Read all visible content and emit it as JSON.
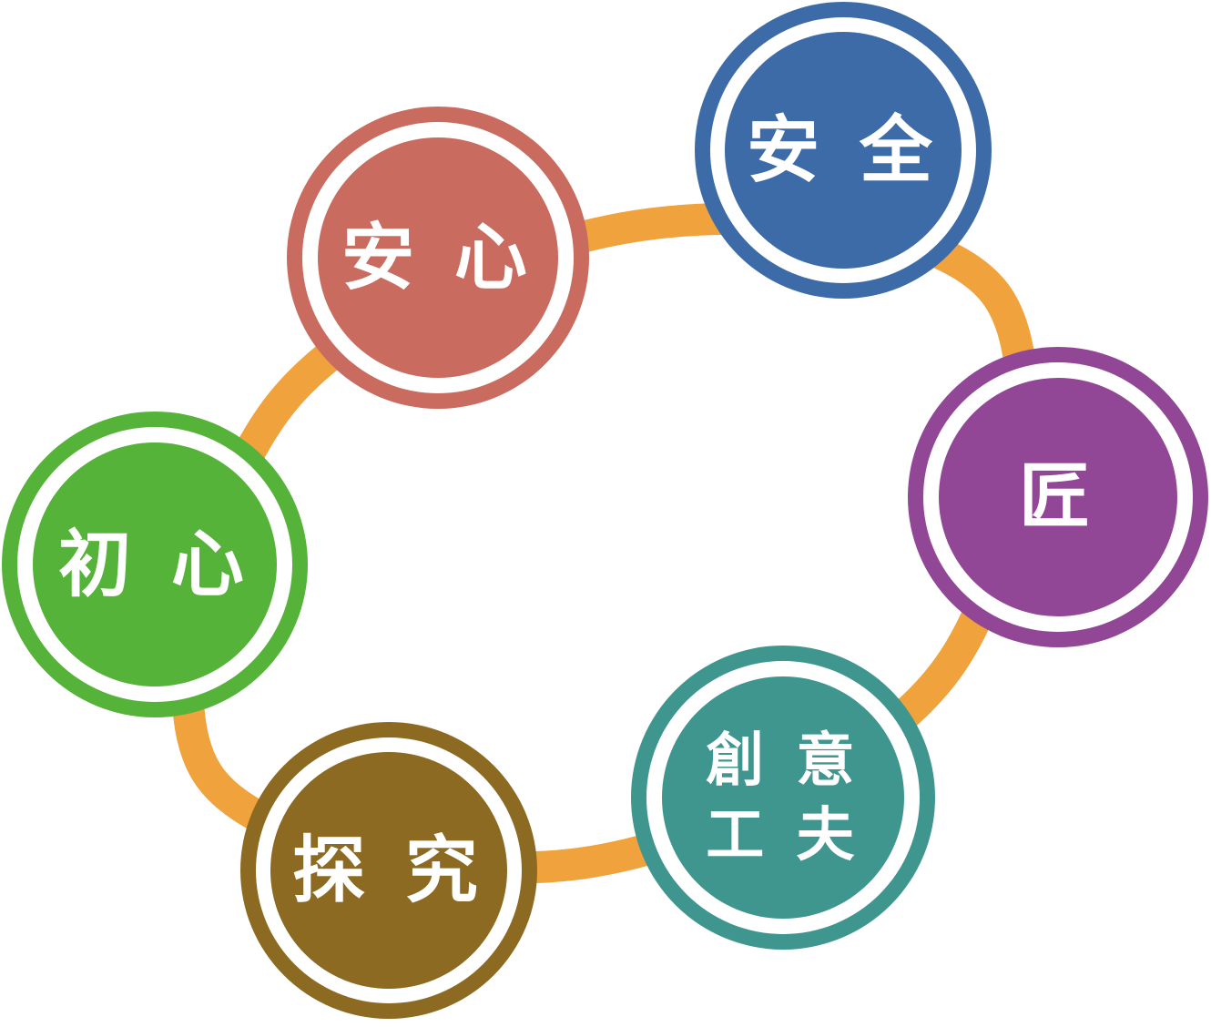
{
  "diagram": {
    "description": "cycle-diagram-of-six-values",
    "background_color": "#FFFFFF",
    "ring_color": "#F0A23C",
    "white_gap_color": "#FFFFFF",
    "text_color": "#FFFFFF",
    "nodes": [
      {
        "id": "anzen",
        "label": "安 全",
        "color": "#3D6BA7"
      },
      {
        "id": "anshin",
        "label": "安 心",
        "color": "#C96B5E"
      },
      {
        "id": "shoshin",
        "label": "初 心",
        "color": "#56B339"
      },
      {
        "id": "takumi",
        "label": "匠",
        "color": "#924796"
      },
      {
        "id": "soui-kufuu",
        "label_line1": "創 意",
        "label_line2": "工 夫",
        "color": "#3F968F"
      },
      {
        "id": "tankyuu",
        "label": "探 究",
        "color": "#8C6A22"
      }
    ]
  }
}
